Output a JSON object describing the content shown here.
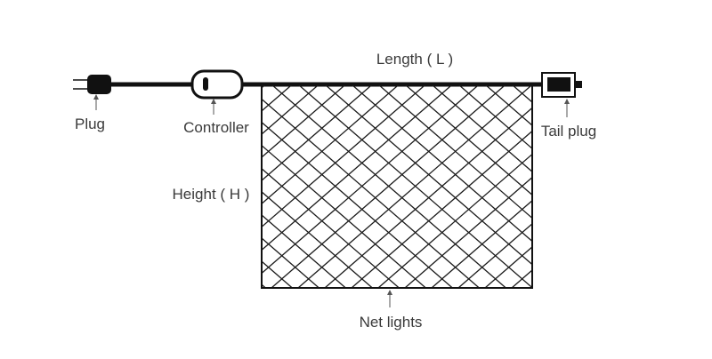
{
  "labels": {
    "length": "Length ( L )",
    "plug": "Plug",
    "controller": "Controller",
    "tail_plug": "Tail plug",
    "height": "Height ( H )",
    "net_lights": "Net lights"
  },
  "colors": {
    "line": "#111111",
    "text": "#3a3a3a",
    "background": "#ffffff"
  }
}
